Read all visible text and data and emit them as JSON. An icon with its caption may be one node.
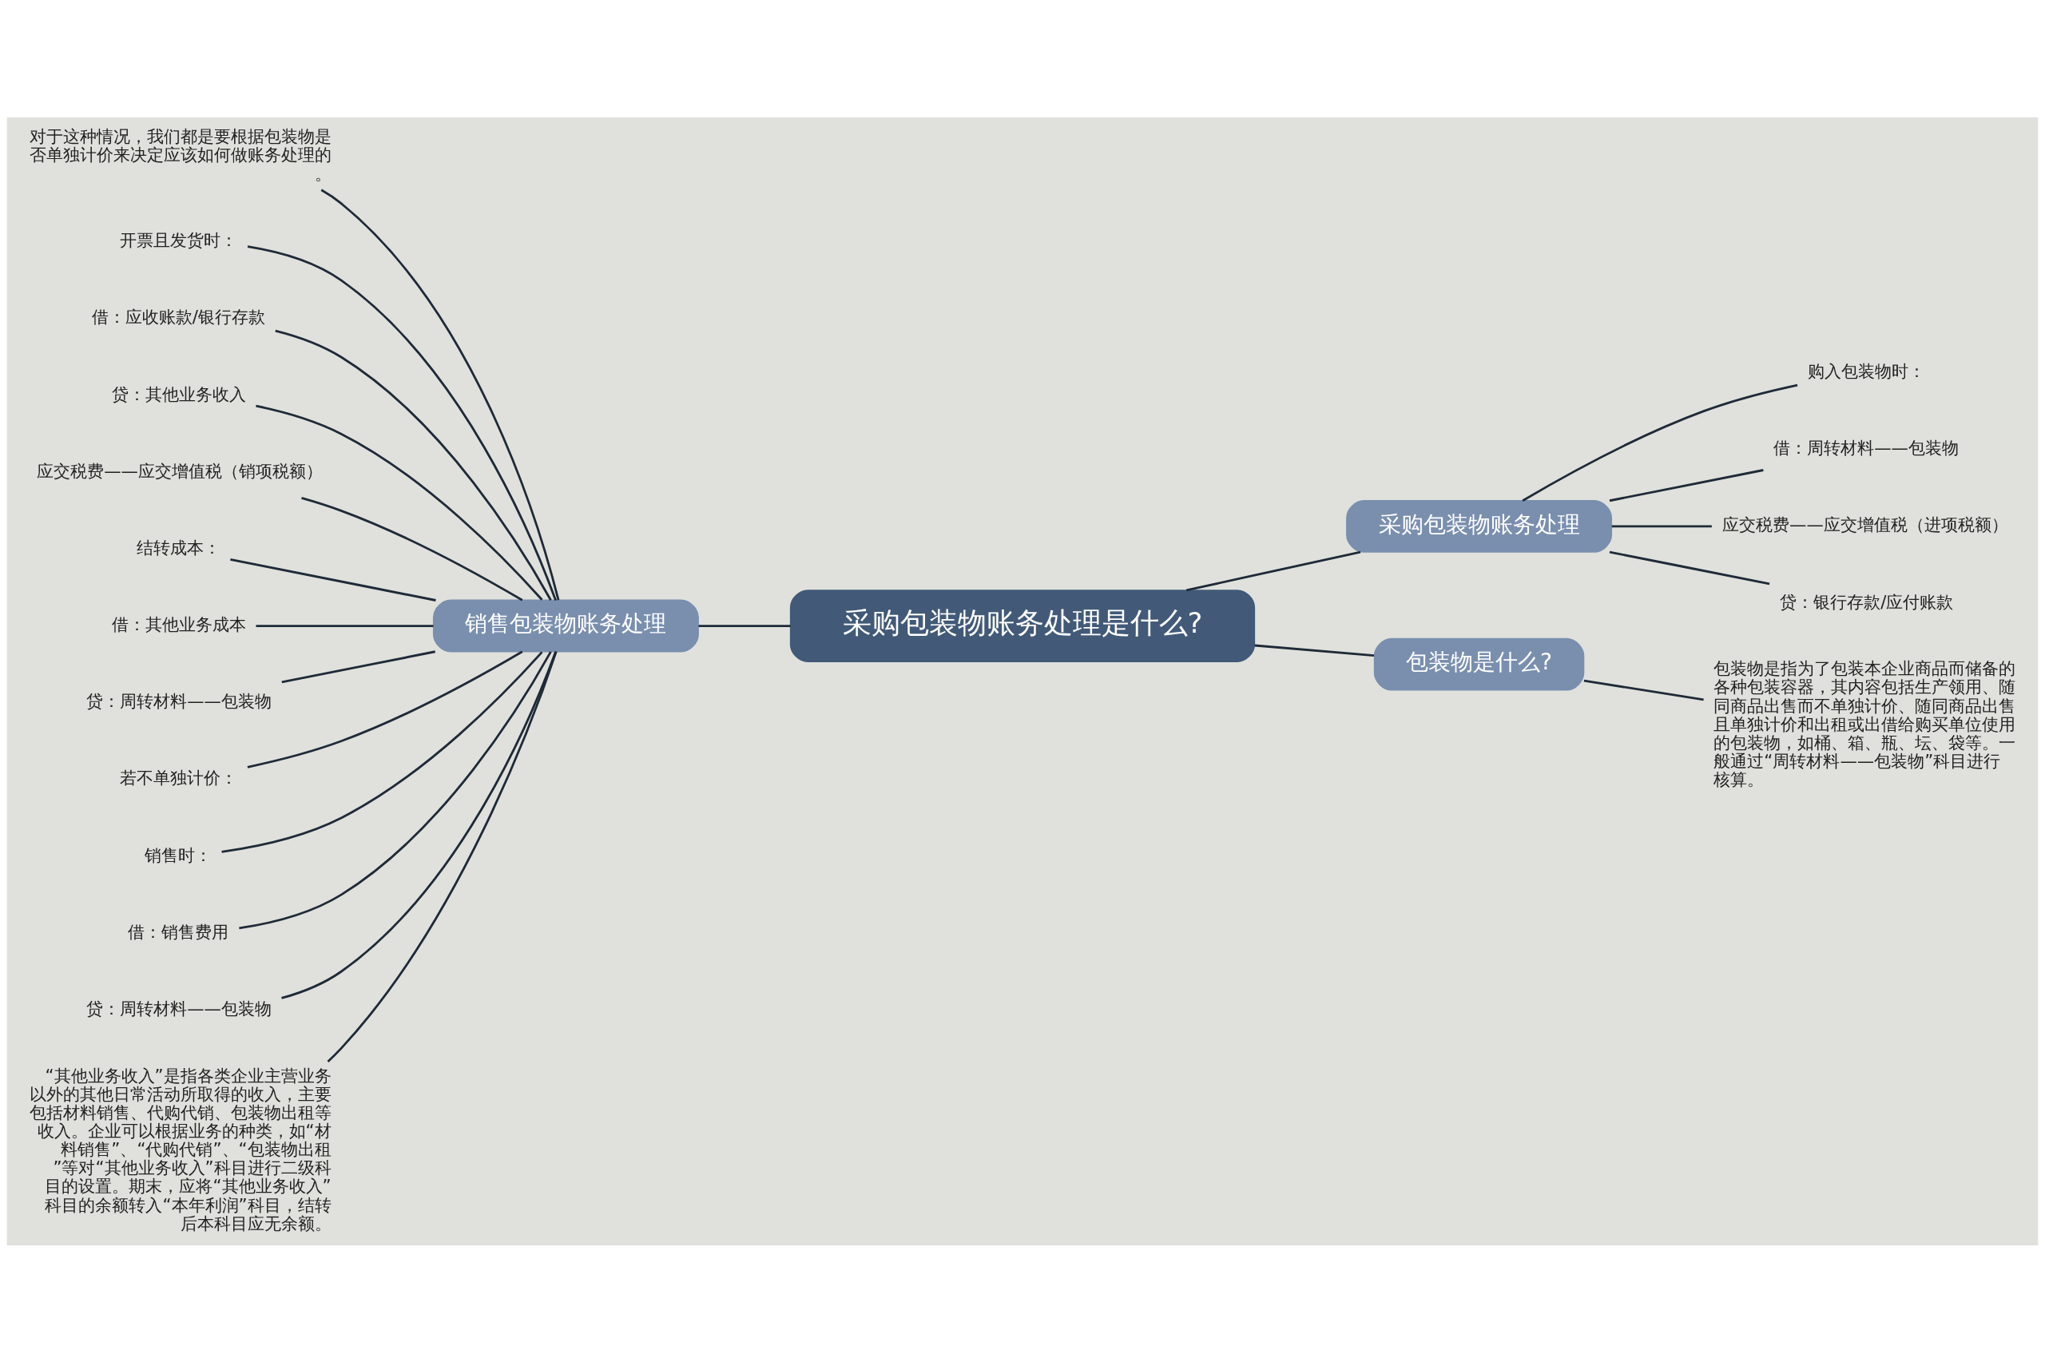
{
  "diagram": {
    "nodes": [
      {
        "text": [
          "采购包装物账务处理是什么?"
        ]
      },
      {
        "text": [
          "采购包装物账务处理"
        ]
      },
      {
        "text": [
          "购入包装物时："
        ]
      },
      {
        "text": [
          "借：周转材料——包装物"
        ]
      },
      {
        "text": [
          "应交税费——应交增值税（进项税额）"
        ]
      },
      {
        "text": [
          "贷：银行存款/应付账款"
        ]
      },
      {
        "text": [
          "包装物是什么?"
        ]
      },
      {
        "text": [
          "包装物是指为了包装本企业商品而储备的各种包装容器，其内容包括生产领用、随同商品出售而不单独计价、随同商品出售且单独计价和出租或出借给购买单位使用的包装物，如桶、箱、瓶、坛、袋等。一般通过“周转材料——包装物”科目进行核算。"
        ]
      },
      {
        "text": [
          "销售包装物账务处理"
        ]
      },
      {
        "text": [
          "对于这种情况，我们都是要根据包装物是否单独计价来决定应该如何做账务处理的。"
        ]
      },
      {
        "text": [
          "开票且发货时："
        ]
      },
      {
        "text": [
          "借：应收账款/银行存款"
        ]
      },
      {
        "text": [
          "贷：其他业务收入"
        ]
      },
      {
        "text": [
          "应交税费——应交增值税（销项税额）"
        ]
      },
      {
        "text": [
          "结转成本："
        ]
      },
      {
        "text": [
          "借：其他业务成本"
        ]
      },
      {
        "text": [
          "贷：周转材料——包装物"
        ]
      },
      {
        "text": [
          "若不单独计价："
        ]
      },
      {
        "text": [
          "销售时："
        ]
      },
      {
        "text": [
          "借：销售费用"
        ]
      },
      {
        "text": [
          "贷：周转材料——包装物"
        ]
      },
      {
        "text": [
          "“其他业务收入”是指各类企业主营业务以外的其他日常活动所取得的收入，主要包括材料销售、代购代销、包装物出租等收入。企业可以根据业务的种类，如“材料销售”、“代购代销”、“包装物出租”等对“其他业务收入”科目进行二级科目的设置。期末，应将“其他业务收入”科目的余额转入“本年利润”科目，结转后本科目应无余额。"
        ]
      }
    ],
    "edges": [
      {
        "from": 0,
        "to": 1,
        "arrow": "none"
      },
      {
        "from": 1,
        "to": 2,
        "arrow": "none"
      },
      {
        "from": 1,
        "to": 3,
        "arrow": "none"
      },
      {
        "from": 1,
        "to": 4,
        "arrow": "none"
      },
      {
        "from": 1,
        "to": 5,
        "arrow": "none"
      },
      {
        "from": 0,
        "to": 6,
        "arrow": "none"
      },
      {
        "from": 6,
        "to": 7,
        "arrow": "none"
      },
      {
        "from": 0,
        "to": 8,
        "arrow": "none"
      },
      {
        "from": 8,
        "to": 9,
        "arrow": "none"
      },
      {
        "from": 8,
        "to": 10,
        "arrow": "none"
      },
      {
        "from": 8,
        "to": 11,
        "arrow": "none"
      },
      {
        "from": 8,
        "to": 12,
        "arrow": "none"
      },
      {
        "from": 8,
        "to": 13,
        "arrow": "none"
      },
      {
        "from": 8,
        "to": 14,
        "arrow": "none"
      },
      {
        "from": 8,
        "to": 15,
        "arrow": "none"
      },
      {
        "from": 8,
        "to": 16,
        "arrow": "none"
      },
      {
        "from": 8,
        "to": 17,
        "arrow": "none"
      },
      {
        "from": 8,
        "to": 18,
        "arrow": "none"
      },
      {
        "from": 8,
        "to": 19,
        "arrow": "none"
      },
      {
        "from": 8,
        "to": 20,
        "arrow": "none"
      },
      {
        "from": 8,
        "to": 21,
        "arrow": "none"
      }
    ]
  }
}
